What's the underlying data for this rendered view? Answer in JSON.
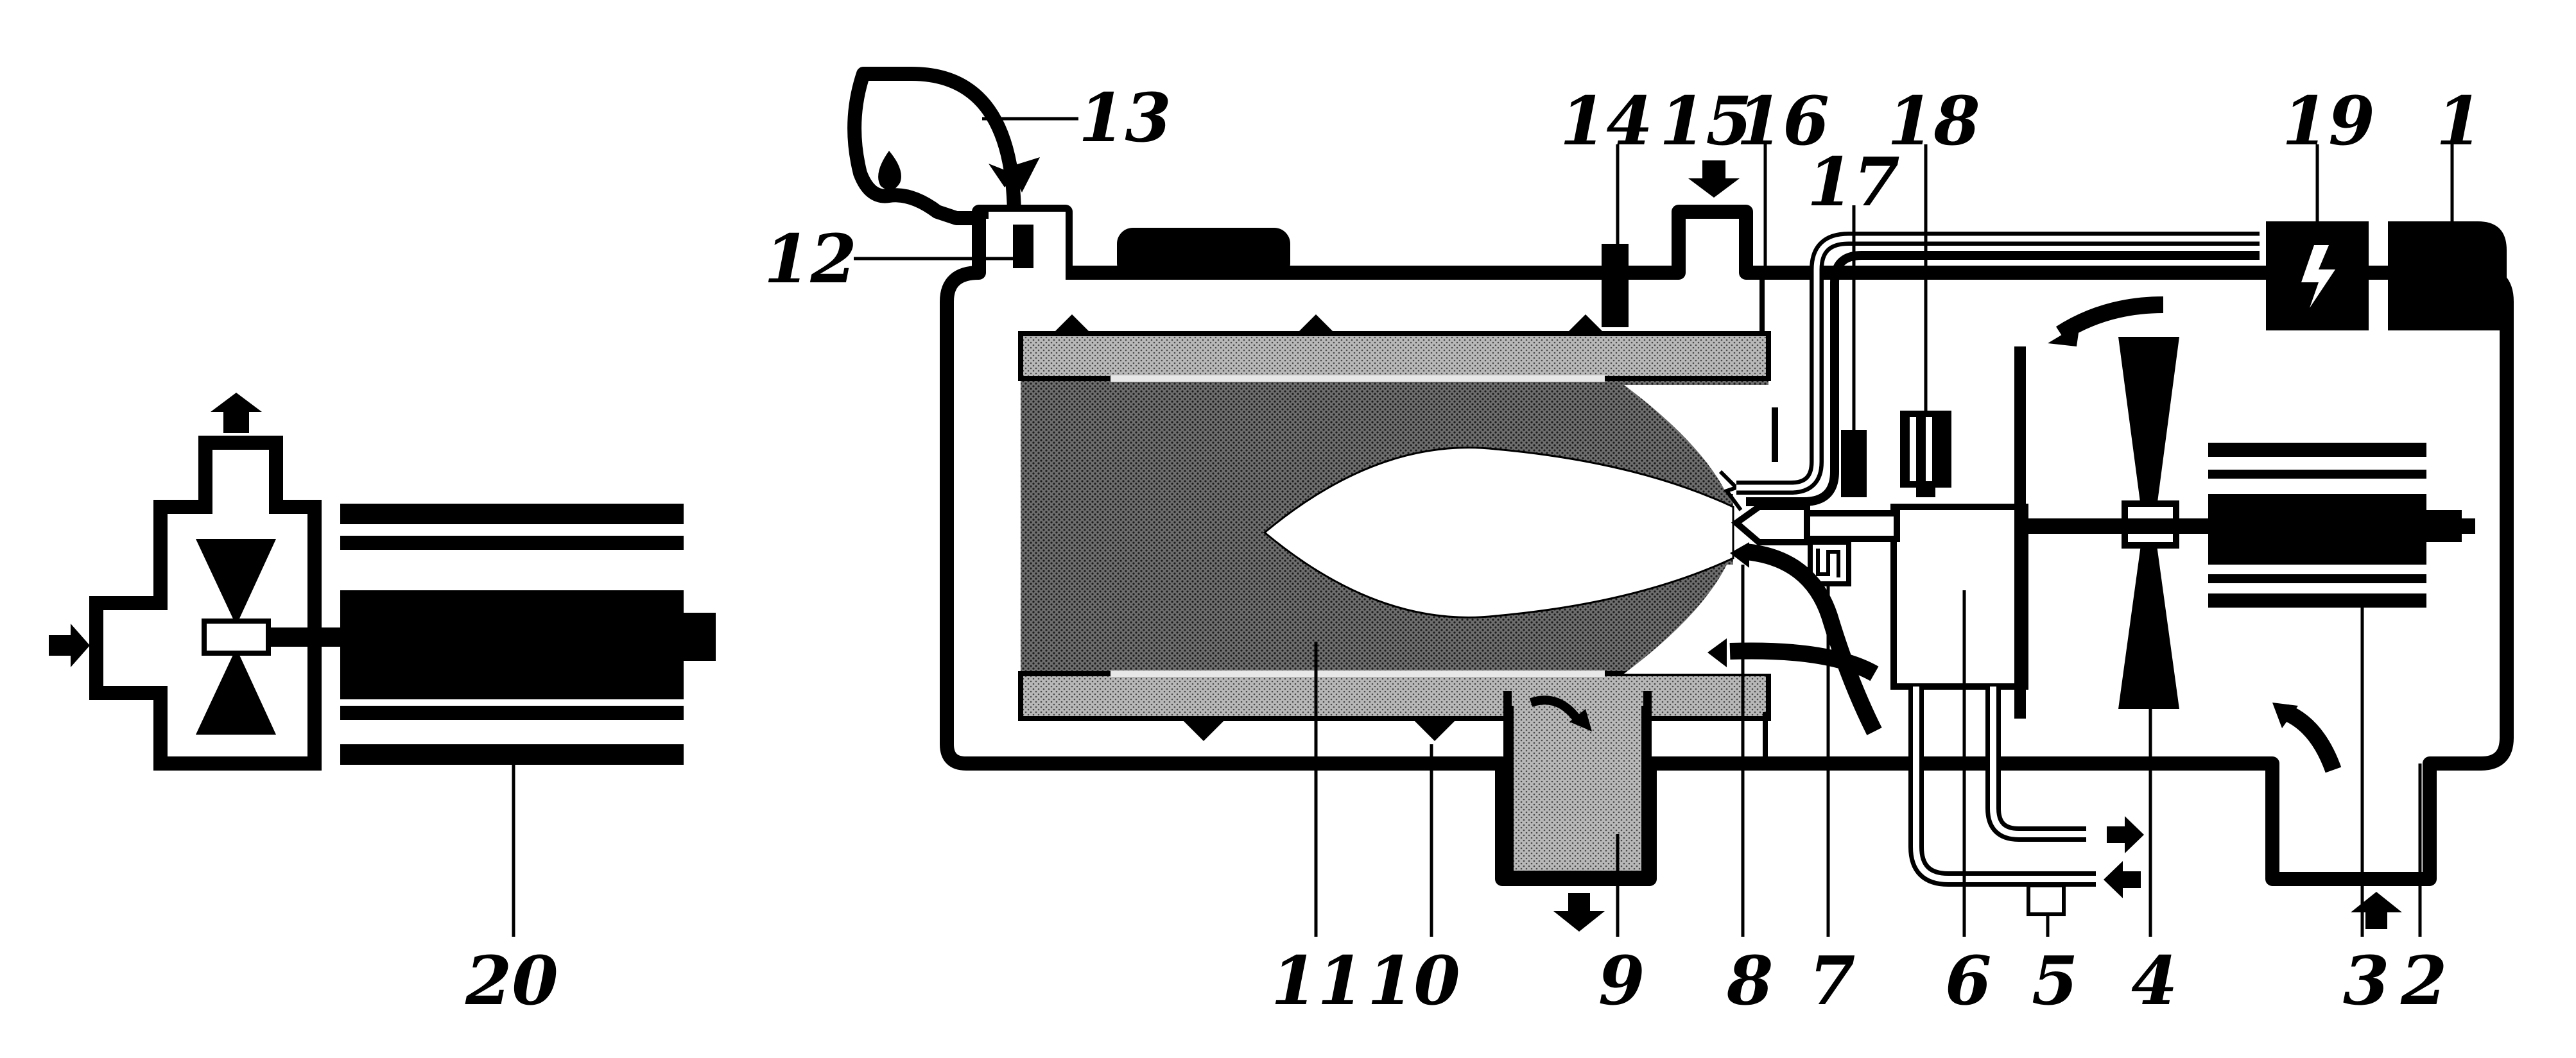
{
  "labels": {
    "l1": "1",
    "l2": "2",
    "l3": "3",
    "l4": "4",
    "l5": "5",
    "l6": "6",
    "l7": "7",
    "l8": "8",
    "l9": "9",
    "l10": "10",
    "l11": "11",
    "l12": "12",
    "l13": "13",
    "l14": "14",
    "l15": "15",
    "l16": "16",
    "l17": "17",
    "l18": "18",
    "l19": "19",
    "l20": "20"
  },
  "colors": {
    "ink": "#000000",
    "paper": "#ffffff",
    "mesh_dark": "#3a3a3a",
    "mesh_light": "#9a9a9a"
  }
}
